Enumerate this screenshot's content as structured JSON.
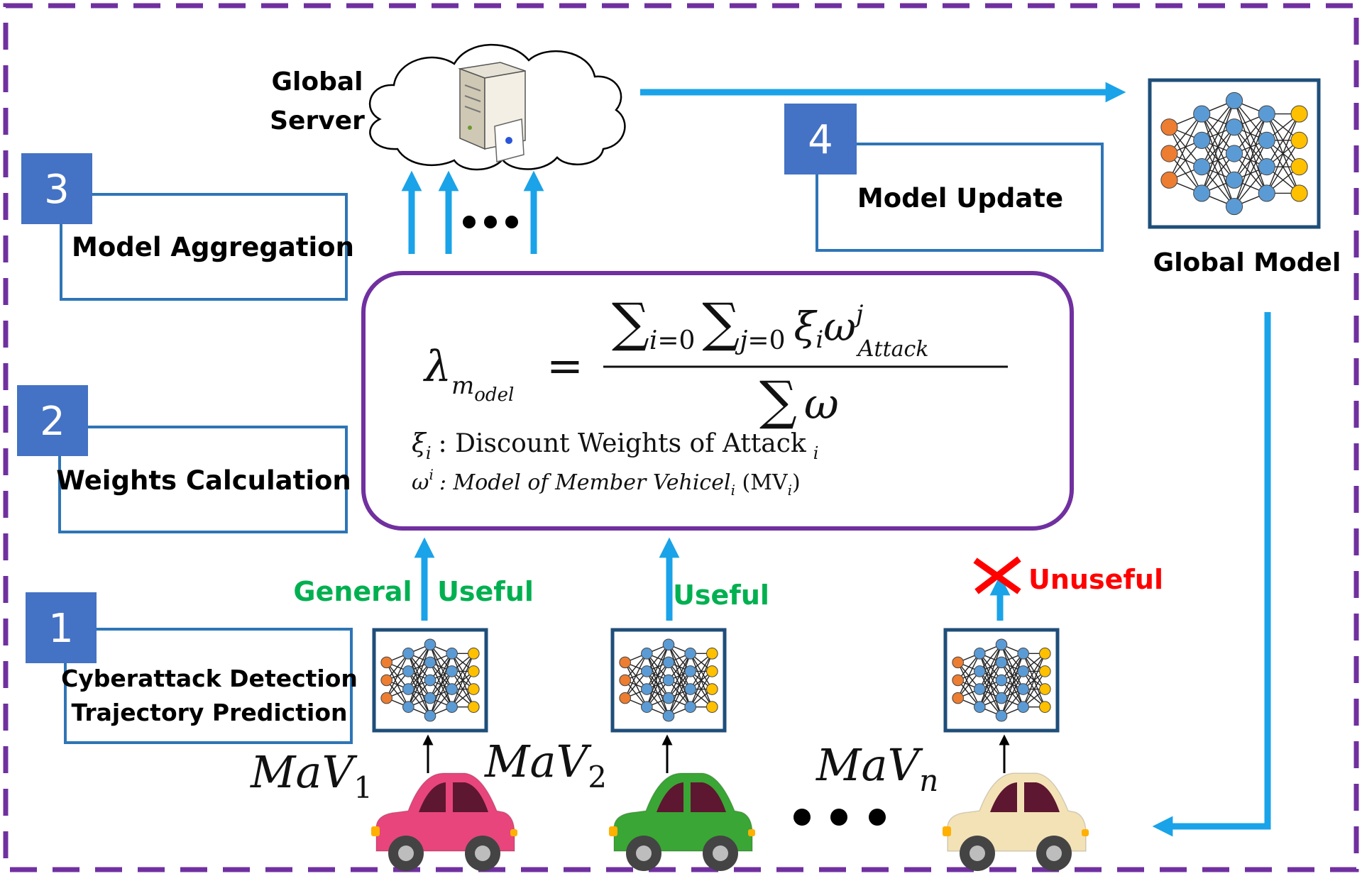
{
  "steps": [
    {
      "number": "1",
      "label_lines": [
        "Cyberattack Detection",
        "Trajectory Prediction"
      ]
    },
    {
      "number": "2",
      "label": "Weights Calculation"
    },
    {
      "number": "3",
      "label": "Model Aggregation"
    },
    {
      "number": "4",
      "label": "Model Update"
    }
  ],
  "server": {
    "label_lines": [
      "Global",
      "Server"
    ]
  },
  "global_model": {
    "label": "Global Model"
  },
  "formula": {
    "lhs": "λ",
    "lhs_sub": "model",
    "numerator": "∑i=0 ∑j=0 ξi ω^j_Attack",
    "denominator": "∑ ω",
    "legend": [
      {
        "symbol": "ξ",
        "sub": "i",
        "text": ":  Discount Weights of Attack",
        "tail_sub": "i"
      },
      {
        "symbol": "ω",
        "sup": "i",
        "text": ": Model of Member Vehicel",
        "tail_sub": "i",
        "tail": " (MV",
        "tail_sub2": "i",
        "tail_close": ")"
      }
    ]
  },
  "vehicles": [
    {
      "name": "MaV",
      "sub": "1",
      "color": "#e8457c",
      "status": "Useful",
      "extra_label": "General"
    },
    {
      "name": "MaV",
      "sub": "2",
      "color": "#3aa635",
      "status": "Useful"
    },
    {
      "name": "MaV",
      "sub": "n",
      "color": "#f3e2b6",
      "status": "Unuseful"
    }
  ],
  "colors": {
    "frame": "#7030a0",
    "arrow": "#1aa3e8",
    "number_box": "#4472c4",
    "box_border": "#2e75b6",
    "useful": "#00b050",
    "unuseful": "#ff0000",
    "node_orange": "#ed7d31",
    "node_blue": "#5b9bd5",
    "node_yellow": "#ffc000"
  }
}
